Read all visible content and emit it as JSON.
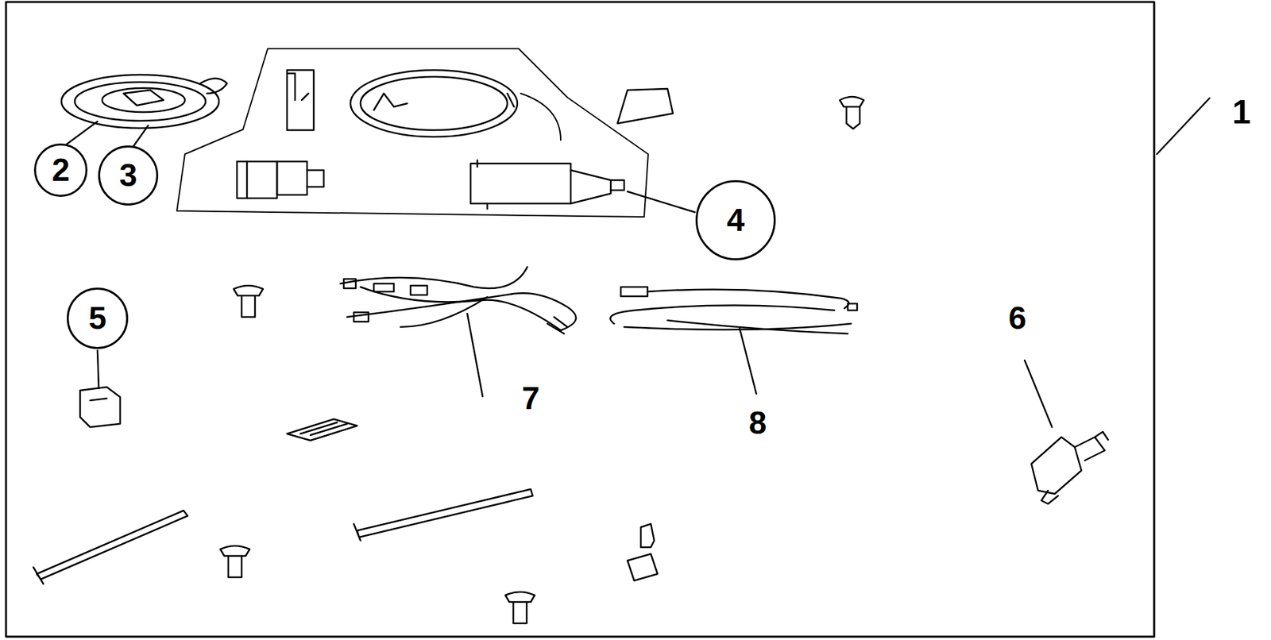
{
  "diagram": {
    "nodes": [
      {
        "text": [
          "2"
        ]
      },
      {
        "text": [
          "3"
        ]
      },
      {
        "text": [
          "4"
        ]
      },
      {
        "text": [
          "5"
        ]
      }
    ],
    "labels": [
      "1",
      "6",
      "7",
      "8"
    ]
  }
}
